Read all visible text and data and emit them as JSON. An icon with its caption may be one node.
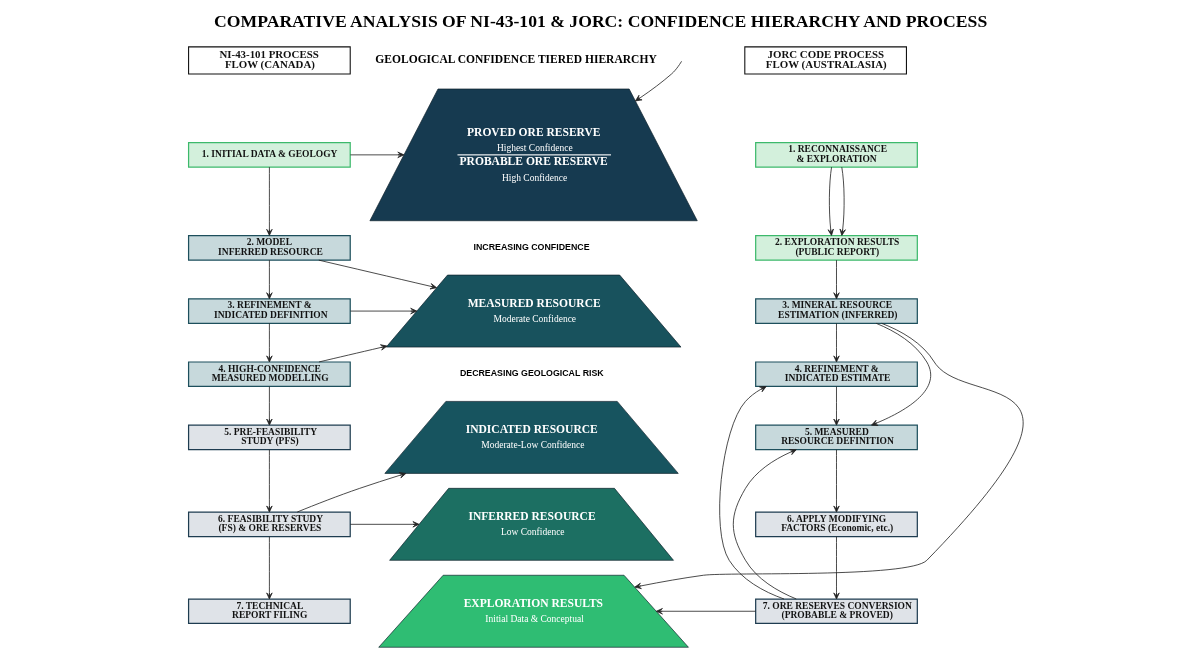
{
  "diagram": {
    "title": "COMPARATIVE ANALYSIS OF NI-43-101 & JORC: CONFIDENCE HIERARCHY AND PROCESS",
    "nodes": [
      {
        "text": [
          "NI-43-101 PROCESS FLOW (CANADA)"
        ]
      },
      {
        "text": [
          "1. INITIAL DATA & GEOLOGY"
        ]
      },
      {
        "text": [
          "2. MODEL INFERRED RESOURCE"
        ]
      },
      {
        "text": [
          "3. REFINEMENT & INDICATED DEFINITION"
        ]
      },
      {
        "text": [
          "4. HIGH-CONFIDENCE MEASURED MODELLING"
        ]
      },
      {
        "text": [
          "5. PRE-FEASIBILITY STUDY (PFS)"
        ]
      },
      {
        "text": [
          "6. FEASIBILITY STUDY (FS) & ORE RESERVES"
        ]
      },
      {
        "text": [
          "7. TECHNICAL REPORT FILING"
        ]
      },
      {
        "text": [
          "PROVED ORE RESERVE",
          "Highest Confidence",
          "PROBABLE ORE RESERVE",
          "High Confidence"
        ]
      },
      {
        "text": [
          "MEASURED RESOURCE",
          "Moderate Confidence"
        ]
      },
      {
        "text": [
          "INDICATED RESOURCE",
          "Moderate-Low Confidence"
        ]
      },
      {
        "text": [
          "INFERRED RESOURCE",
          "Low Confidence"
        ]
      },
      {
        "text": [
          "EXPLORATION RESULTS",
          "Initial Data & Conceptual"
        ]
      },
      {
        "text": [
          "JORC CODE PROCESS FLOW (AUSTRALASIA)"
        ]
      },
      {
        "text": [
          "1. RECONNAISSANCE & EXPLORATION"
        ]
      },
      {
        "text": [
          "2. EXPLORATION RESULTS (PUBLIC REPORT)"
        ]
      },
      {
        "text": [
          "3. MINERAL RESOURCE ESTIMATION (INFERRED)"
        ]
      },
      {
        "text": [
          "4. REFINEMENT & INDICATED ESTIMATE"
        ]
      },
      {
        "text": [
          "5. MEASURED RESOURCE DEFINITION"
        ]
      },
      {
        "text": [
          "6. APPLY MODIFYING FACTORS (Economic, etc.)"
        ]
      },
      {
        "text": [
          "7. ORE RESERVES CONVERSION (PROBABLE & PROVED)"
        ]
      }
    ],
    "edges": [
      {
        "from": 1,
        "to": 2,
        "arrow": "to"
      },
      {
        "from": 2,
        "to": 3,
        "arrow": "to"
      },
      {
        "from": 3,
        "to": 4,
        "arrow": "to"
      },
      {
        "from": 4,
        "to": 5,
        "arrow": "to"
      },
      {
        "from": 5,
        "to": 6,
        "arrow": "to"
      },
      {
        "from": 6,
        "to": 7,
        "arrow": "to"
      },
      {
        "from": 1,
        "to": 8,
        "arrow": "to"
      },
      {
        "from": 2,
        "to": 9,
        "arrow": "to"
      },
      {
        "from": 3,
        "to": 9,
        "arrow": "to"
      },
      {
        "from": 4,
        "to": 9,
        "arrow": "to"
      },
      {
        "from": 6,
        "to": 10,
        "arrow": "to"
      },
      {
        "from": 6,
        "to": 11,
        "arrow": "to"
      },
      {
        "from": null,
        "to": 8,
        "arrow": "to"
      },
      {
        "from": 14,
        "to": 15,
        "arrow": "to"
      },
      {
        "from": 14,
        "to": 15,
        "arrow": "to"
      },
      {
        "from": 15,
        "to": 16,
        "arrow": "to"
      },
      {
        "from": 16,
        "to": 17,
        "arrow": "to"
      },
      {
        "from": 16,
        "to": 18,
        "arrow": "to"
      },
      {
        "from": 17,
        "to": 18,
        "arrow": "to"
      },
      {
        "from": 18,
        "to": 19,
        "arrow": "to"
      },
      {
        "from": 19,
        "to": 20,
        "arrow": "to"
      },
      {
        "from": 16,
        "to": 12,
        "arrow": "to"
      },
      {
        "from": 20,
        "to": 12,
        "arrow": "to"
      },
      {
        "from": 20,
        "to": 17,
        "arrow": "to"
      },
      {
        "from": 20,
        "to": 18,
        "arrow": "to"
      }
    ],
    "labels": [
      "GEOLOGICAL CONFIDENCE TIERED HIERARCHY",
      "INCREASING CONFIDENCE",
      "DECREASING GEOLOGICAL RISK"
    ]
  }
}
